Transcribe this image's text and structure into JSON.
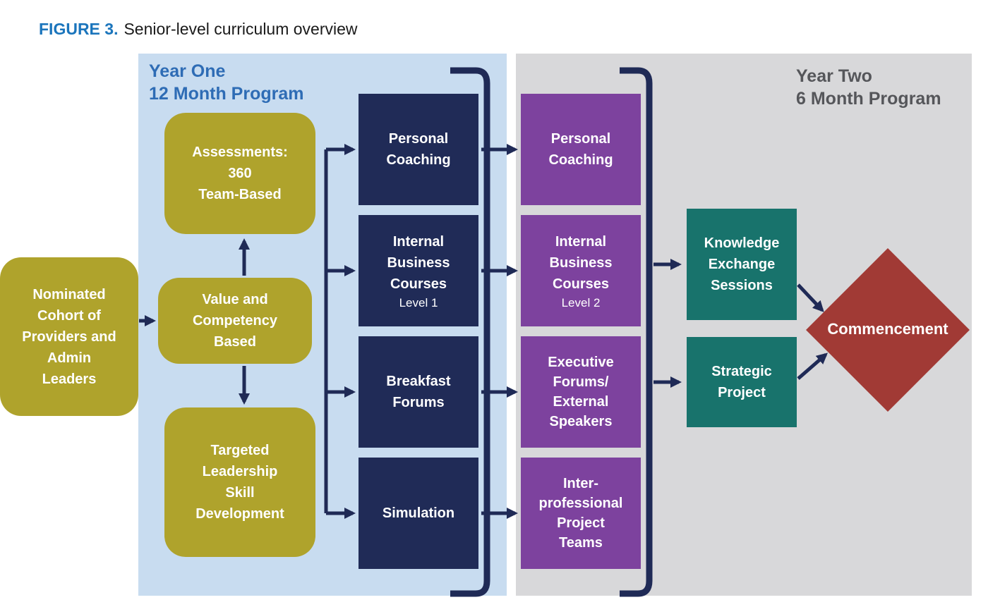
{
  "figure": {
    "label": "FIGURE 3.",
    "title": "Senior-level curriculum overview"
  },
  "year_one": {
    "heading": "Year One\n12 Month Program"
  },
  "year_two": {
    "heading": "Year Two\n6 Month Program"
  },
  "nodes": {
    "nominated_cohort": {
      "text": "Nominated\nCohort of\nProviders and\nAdmin\nLeaders"
    },
    "assessments": {
      "text": "Assessments:\n360\nTeam-Based"
    },
    "value_competency": {
      "text": "Value and\nCompetency\nBased"
    },
    "targeted_leadership": {
      "text": "Targeted\nLeadership\nSkill\nDevelopment"
    },
    "personal_coaching_y1": {
      "text": "Personal\nCoaching"
    },
    "internal_courses_y1": {
      "text": "Internal\nBusiness\nCourses",
      "sub": "Level 1"
    },
    "breakfast_forums": {
      "text": "Breakfast\nForums"
    },
    "simulation": {
      "text": "Simulation"
    },
    "personal_coaching_y2": {
      "text": "Personal\nCoaching"
    },
    "internal_courses_y2": {
      "text": "Internal\nBusiness\nCourses",
      "sub": "Level 2"
    },
    "executive_forums": {
      "text": "Executive\nForums/\nExternal\nSpeakers"
    },
    "interprofessional_teams": {
      "text": "Inter-\nprofessional\nProject\nTeams"
    },
    "knowledge_exchange": {
      "text": "Knowledge\nExchange\nSessions"
    },
    "strategic_project": {
      "text": "Strategic\nProject"
    },
    "commencement": {
      "text": "Commencement"
    }
  },
  "colors": {
    "figure_label": "#1B75BC",
    "panel_blue": "#C8DCF0",
    "panel_gray": "#D8D8DA",
    "year_one_text": "#2E6CB5",
    "year_two_text": "#55565A",
    "olive": "#AFA32C",
    "navy": "#202B57",
    "purple": "#7D429E",
    "teal": "#18736C",
    "maroon": "#A13A35",
    "arrow": "#1F2A56"
  }
}
